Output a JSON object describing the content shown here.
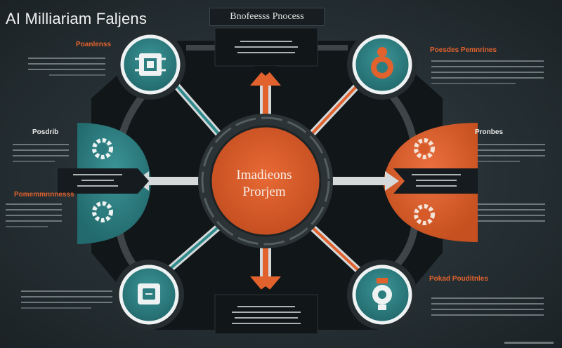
{
  "header": {
    "title": "AI Milliariam Faljens",
    "top_label": "Bnofeesss Pnocess"
  },
  "center": {
    "line1": "Imadieons",
    "line2": "Prorjem"
  },
  "panels": {
    "top_left": "Poanlenss",
    "top_right": "Poesdes Pemnrines",
    "mid_left_upper": "Posdrib",
    "mid_left_lower": "Pomemmnnnesss",
    "mid_right": "Pronbes",
    "bottom_right": "Pokad Pouditnles"
  },
  "colors": {
    "teal": "#2c7d80",
    "orange": "#e2622e",
    "dark": "#141a1d",
    "ring": "#3d4548"
  },
  "icons": [
    "chip-icon",
    "robot-icon",
    "gear-icon",
    "gear-icon",
    "gear-icon",
    "gear-icon",
    "circuit-chip-icon",
    "robot-head-icon"
  ]
}
